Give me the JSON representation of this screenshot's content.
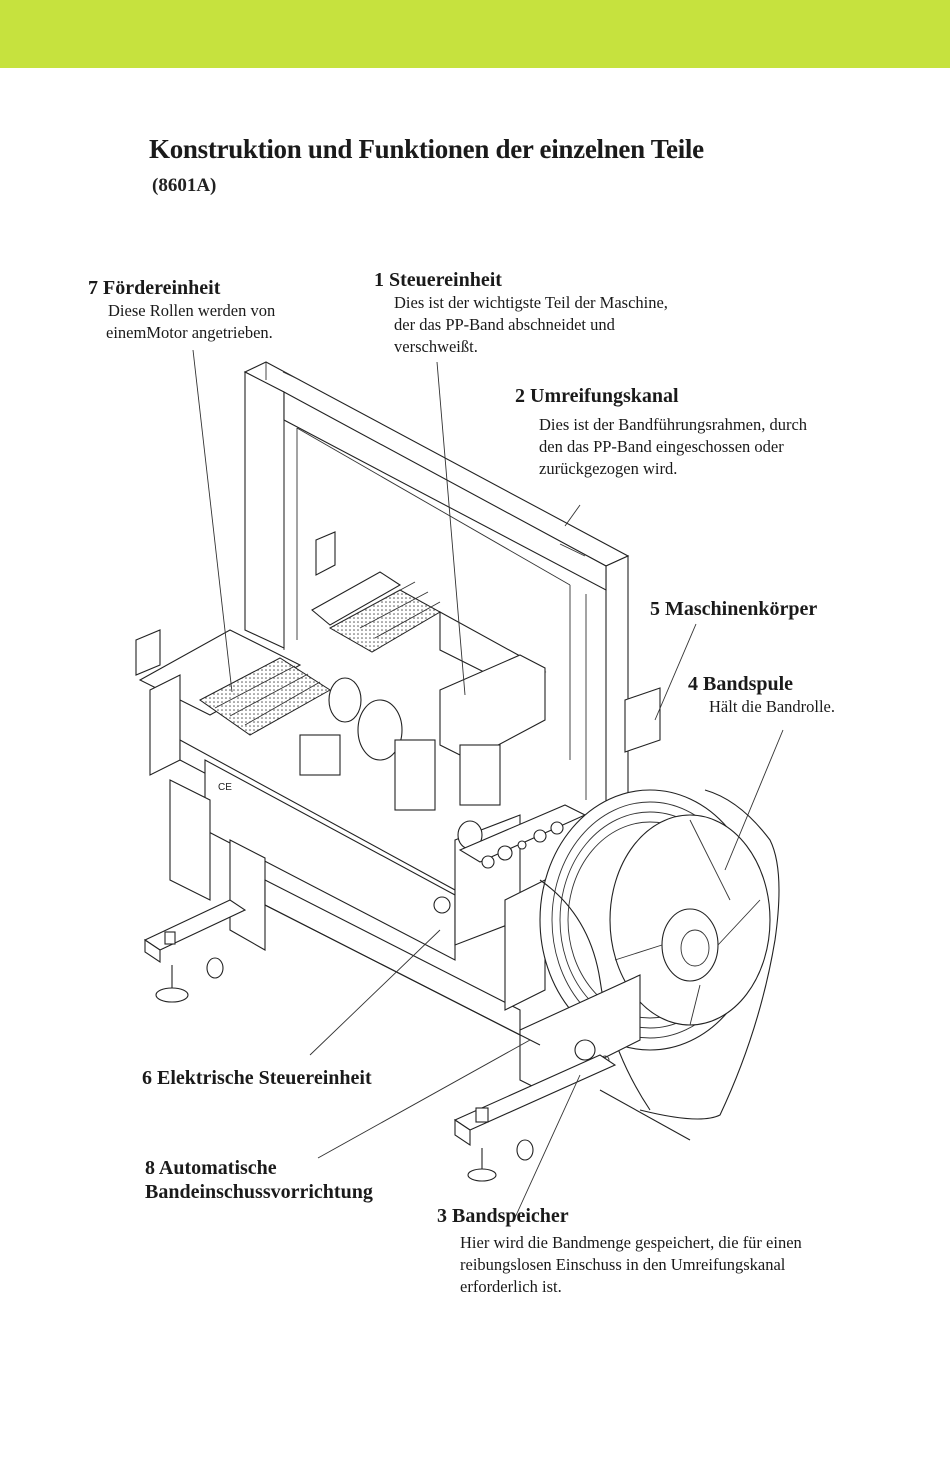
{
  "header": {
    "banner_color": "#c6e23e",
    "title": "Konstruktion und Funktionen der einzelnen Teile",
    "model": "(8601A)"
  },
  "parts": [
    {
      "number": "1",
      "name": "Steuereinheit",
      "heading": "1 Steuereinheit",
      "description": [
        "Dies ist der wichtigste Teil der Maschine,",
        "der das PP-Band abschneidet und",
        "verschweißt."
      ]
    },
    {
      "number": "2",
      "name": "Umreifungskanal",
      "heading": "2 Umreifungskanal",
      "description": [
        "Dies ist der Bandführungsrahmen, durch",
        "den das PP-Band eingeschossen oder",
        "zurückgezogen wird."
      ]
    },
    {
      "number": "3",
      "name": "Bandspeicher",
      "heading": "3 Bandspeicher",
      "description": [
        "Hier wird die Bandmenge gespeichert, die für einen",
        "reibungslosen Einschuss in den Umreifungskanal",
        "erforderlich ist."
      ]
    },
    {
      "number": "4",
      "name": "Bandspule",
      "heading": "4 Bandspule",
      "description": [
        "Hält die Bandrolle."
      ]
    },
    {
      "number": "5",
      "name": "Maschinenkörper",
      "heading": "5 Maschinenkörper",
      "description": []
    },
    {
      "number": "6",
      "name": "Elektrische Steuereinheit",
      "heading": "6 Elektrische Steuereinheit",
      "description": []
    },
    {
      "number": "7",
      "name": "Fördereinheit",
      "heading": "7 Fördereinheit",
      "description": [
        "Diese Rollen werden von",
        "einemMotor angetrieben."
      ]
    },
    {
      "number": "8",
      "name": "Automatische Bandeinschussvorrichtung",
      "heading": "8 Automatische",
      "heading_line2": "Bandeinschussvorrichtung",
      "description": []
    }
  ],
  "figure": {
    "subject": "strapping-machine-illustration",
    "marks": [
      "CE"
    ]
  }
}
